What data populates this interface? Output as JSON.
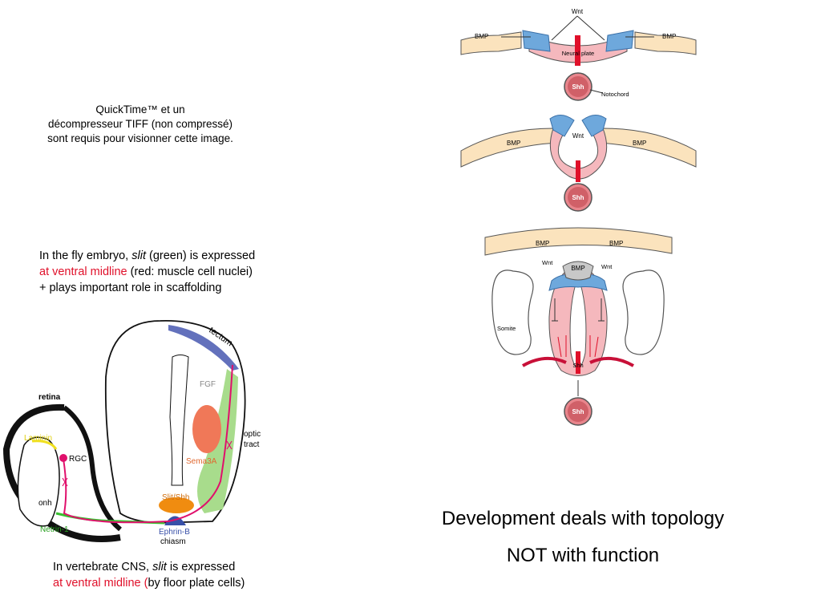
{
  "placeholder_text": {
    "line1": "QuickTime™ et un",
    "line2": "décompresseur TIFF (non compressé)",
    "line3": "sont requis pour visionner cette image."
  },
  "fly_caption": {
    "line1_pre": "In the fly embryo, ",
    "line1_italic": "slit",
    "line1_post": " (green) is expressed",
    "line2_red": "at ventral midline",
    "line2_post": " (red: muscle cell nuclei)",
    "line3": "+ plays important role in scaffolding"
  },
  "cns_caption": {
    "line1_pre": "In vertebrate CNS, ",
    "line1_italic": "slit",
    "line1_post": " is expressed",
    "line2_red": "at ventral midline (",
    "line2_post": "by floor plate cells)"
  },
  "headline": {
    "line1": "Development deals with topology",
    "line2": "NOT with function"
  },
  "neural_diagram": {
    "stage1": {
      "wnt": "Wnt",
      "bmp_left": "BMP",
      "bmp_right": "BMP",
      "neural_plate": "Neural plate",
      "shh": "Shh",
      "notochord": "Notochord"
    },
    "stage2": {
      "wnt": "Wnt",
      "bmp_left": "BMP",
      "bmp_right": "BMP",
      "shh": "Shh"
    },
    "stage3": {
      "bmp_left": "BMP",
      "bmp_right": "BMP",
      "wnt_left": "Wnt",
      "wnt_right": "Wnt",
      "bmp_center": "BMP",
      "somite": "Somite",
      "shh_floor": "Shh",
      "shh_notochord": "Shh"
    }
  },
  "brain_diagram": {
    "tectum": "tectum",
    "retina": "retina",
    "fgf": "FGF",
    "laminin": "Laminin",
    "rgc": "RGC",
    "optic_tract": "optic\ntract",
    "optic_tract_l1": "optic",
    "optic_tract_l2": "tract",
    "sema3a": "Sema3A",
    "onh": "onh",
    "slit_shh": "Slit/Shh",
    "netrin": "Netrin-1",
    "ephrin": "Ephrin-B",
    "chiasm": "chiasm"
  },
  "colors": {
    "red_text": "#e0102a",
    "bmp_tan": "#fbe3bd",
    "neural_pink": "#f5b8bd",
    "wnt_blue": "#6ea8dc",
    "midline_red": "#e0102a",
    "grey_bmp": "#c8c8c8",
    "optic_green": "#a8dc8c",
    "laminin_yellow": "#f0e020",
    "netrin_green": "#38c030",
    "sema_orange": "#f07858",
    "slit_orange": "#f08c10",
    "ephrin_blue": "#3850a8",
    "axon_magenta": "#e0106c",
    "tectum_blue": "#4858b0"
  }
}
